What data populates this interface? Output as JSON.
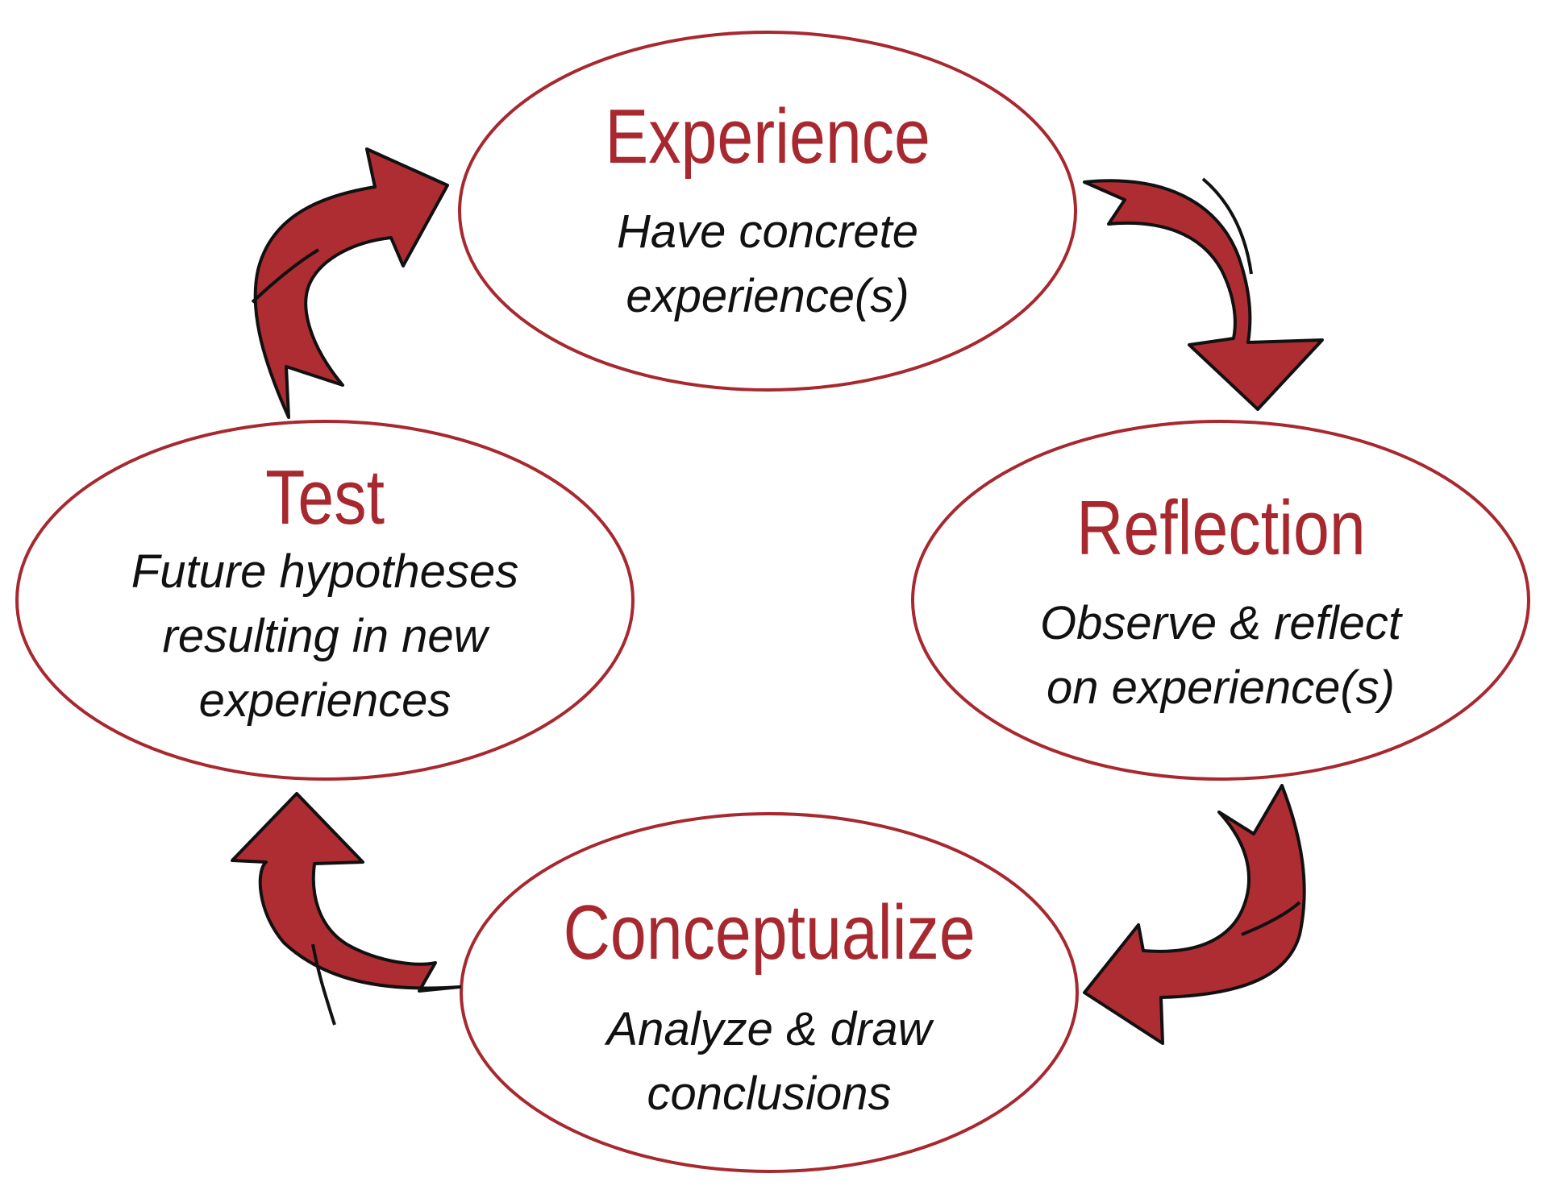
{
  "colors": {
    "accent": "#a8282f",
    "arrow_fill": "#ad2d33",
    "outline": "#111111",
    "text": "#111111"
  },
  "nodes": {
    "experience": {
      "title": "Experience",
      "line1": "Have concrete",
      "line2": "experience(s)"
    },
    "reflection": {
      "title": "Reflection",
      "line1": "Observe & reflect",
      "line2": "on experience(s)"
    },
    "conceptualize": {
      "title": "Conceptualize",
      "line1": "Analyze & draw",
      "line2": "conclusions"
    },
    "test": {
      "title": "Test",
      "line1": "Future hypotheses",
      "line2": "resulting in new",
      "line3": "experiences"
    }
  },
  "arrows": [
    {
      "from": "experience",
      "to": "reflection",
      "icon": "curved-arrow-icon"
    },
    {
      "from": "reflection",
      "to": "conceptualize",
      "icon": "curved-arrow-icon"
    },
    {
      "from": "conceptualize",
      "to": "test",
      "icon": "curved-arrow-icon"
    },
    {
      "from": "test",
      "to": "experience",
      "icon": "curved-arrow-icon"
    }
  ]
}
